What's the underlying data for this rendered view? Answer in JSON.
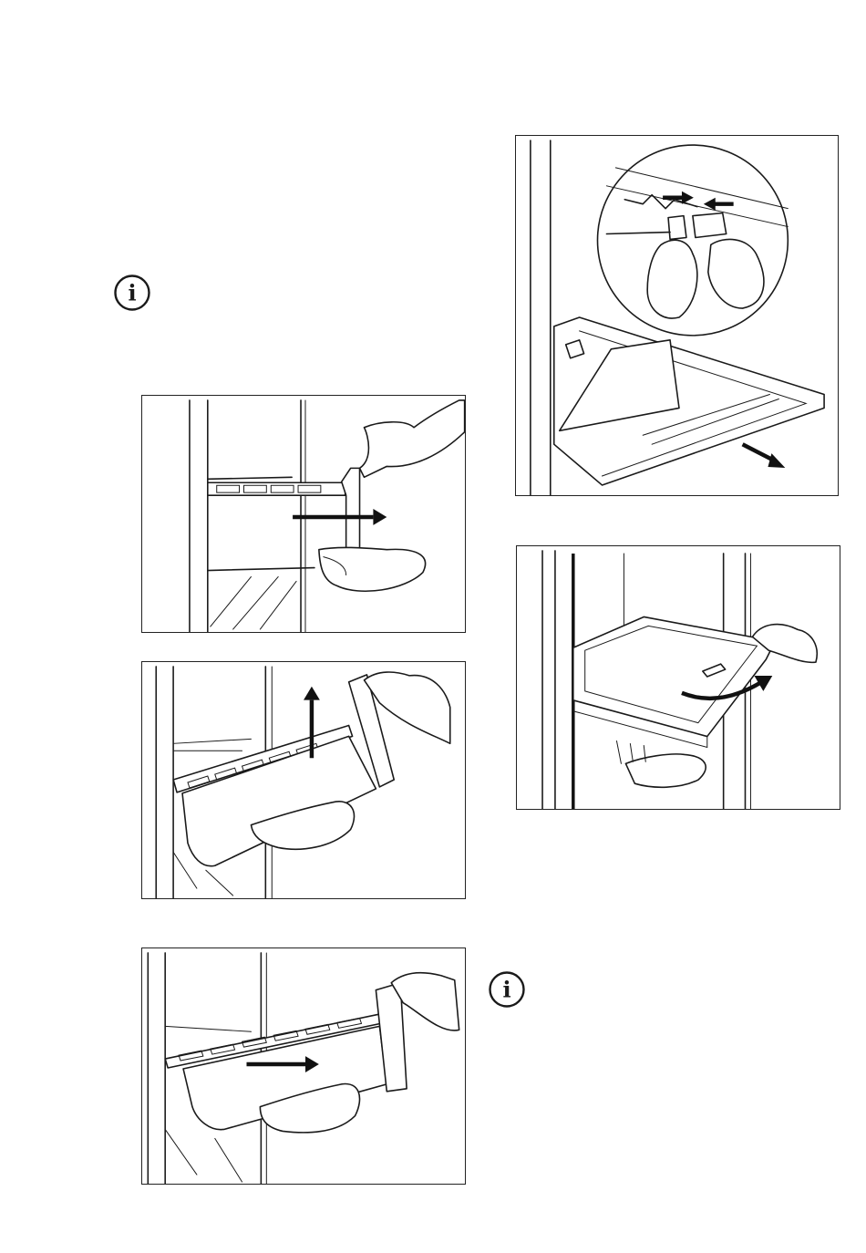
{
  "info_icons": [
    {
      "id": "info-1",
      "glyph": "i"
    },
    {
      "id": "info-2",
      "glyph": "i"
    }
  ],
  "figures": [
    {
      "id": "fig-drawer-pull-out",
      "arrow": "right"
    },
    {
      "id": "fig-drawer-lift",
      "arrow": "up"
    },
    {
      "id": "fig-drawer-insert",
      "arrow": "right"
    },
    {
      "id": "fig-shelf-release-clips",
      "arrow": "diagonal-down-right"
    },
    {
      "id": "fig-shelf-tilt-remove",
      "arrow": "curved-right"
    }
  ]
}
